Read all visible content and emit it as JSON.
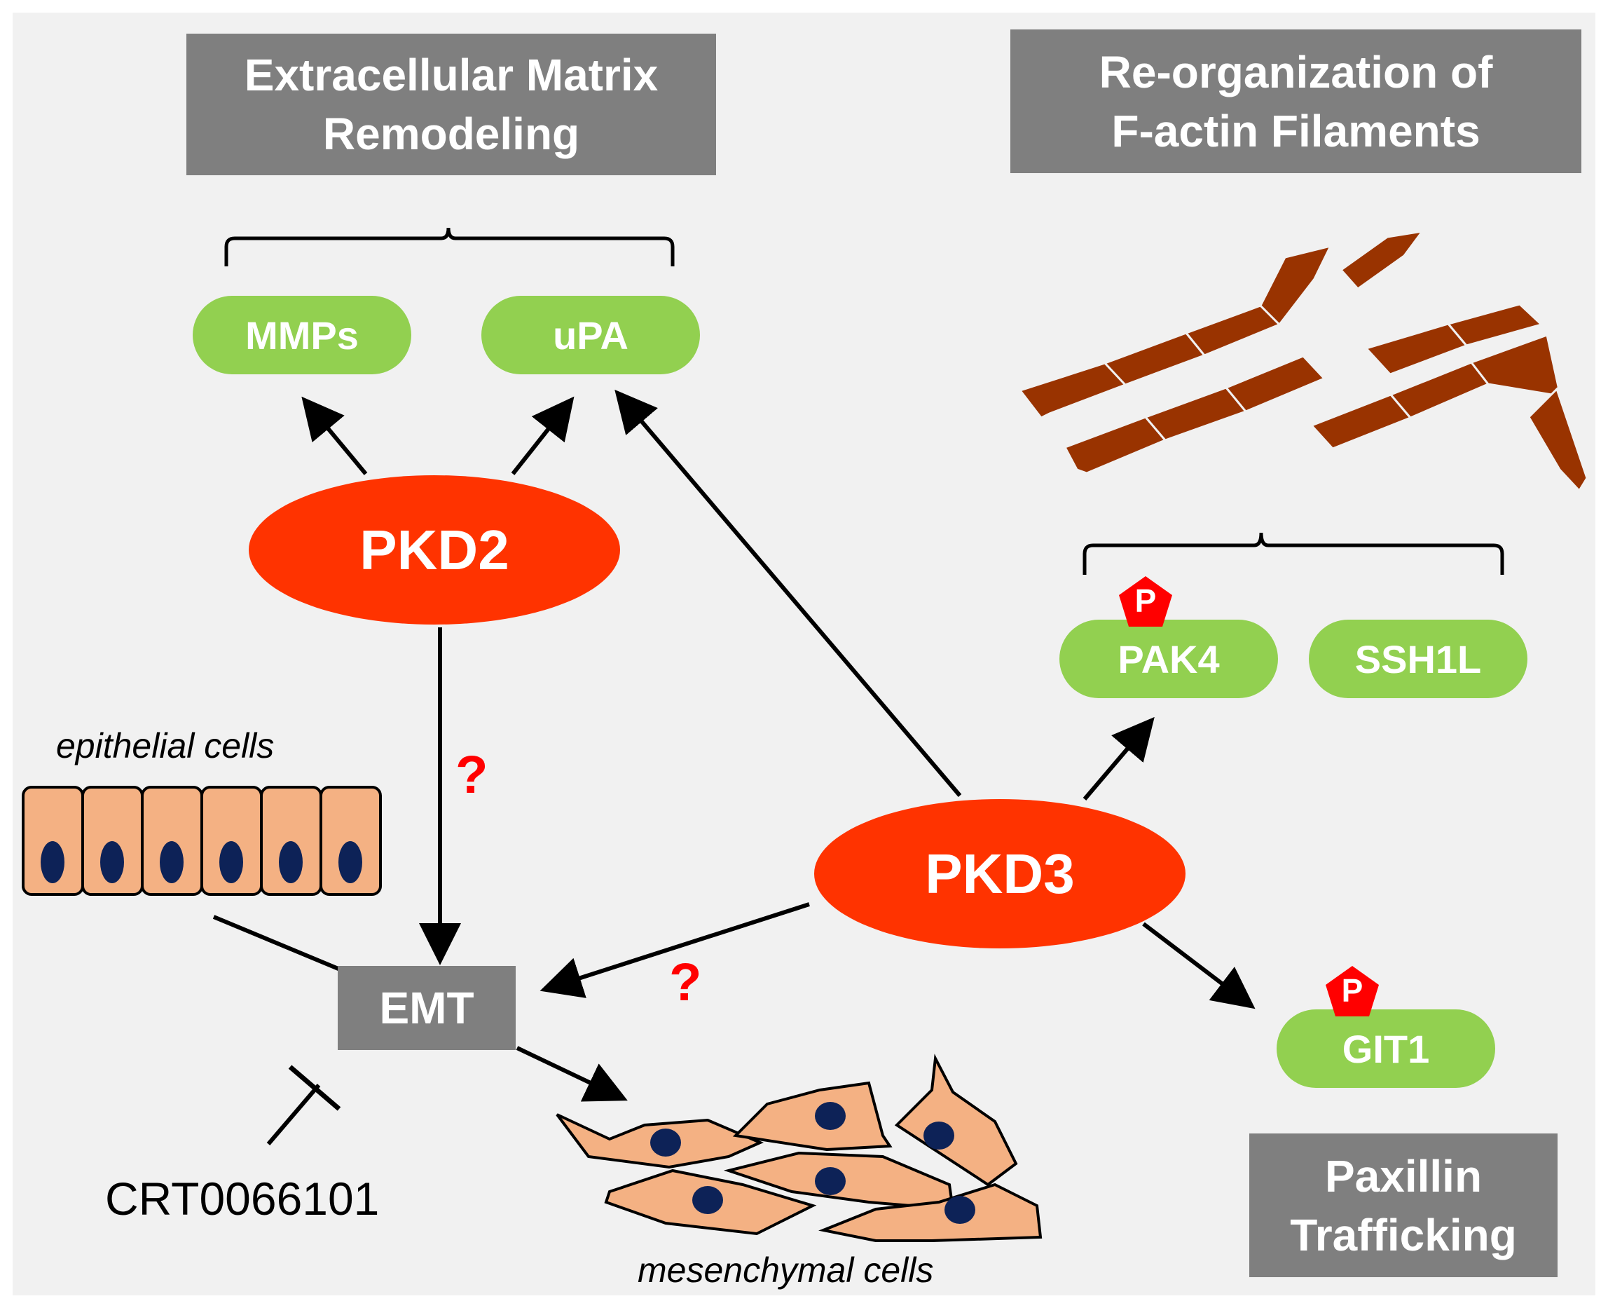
{
  "titles": {
    "ecm_line1": "Extracellular Matrix",
    "ecm_line2": "Remodeling",
    "factin_line1": "Re-organization of",
    "factin_line2": "F-actin Filaments",
    "paxillin_line1": "Paxillin",
    "paxillin_line2": "Trafficking"
  },
  "nodes": {
    "mmps": "MMPs",
    "upa": "uPA",
    "pkd2": "PKD2",
    "pkd3": "PKD3",
    "pak4": "PAK4",
    "ssh1l": "SSH1L",
    "git1": "GIT1",
    "emt": "EMT"
  },
  "labels": {
    "epithelial": "epithelial cells",
    "mesenchymal": "mesenchymal cells",
    "inhibitor": "CRT0066101",
    "unknown_1": "?",
    "unknown_2": "?",
    "phospho_pak4": "P",
    "phospho_git1": "P"
  },
  "colors": {
    "background": "#f1f1f1",
    "title_box": "#7f7f7f",
    "protein_pill": "#92d050",
    "kinase_oval": "#ff3300",
    "cell_fill": "#f4b183",
    "nucleus": "#0d2257",
    "actin": "#993300",
    "question_mark": "#ff0000"
  },
  "icons": [
    "actin-filament-icon",
    "phosphate-pentagon-icon",
    "epithelial-cell-icon",
    "mesenchymal-cell-icon"
  ]
}
